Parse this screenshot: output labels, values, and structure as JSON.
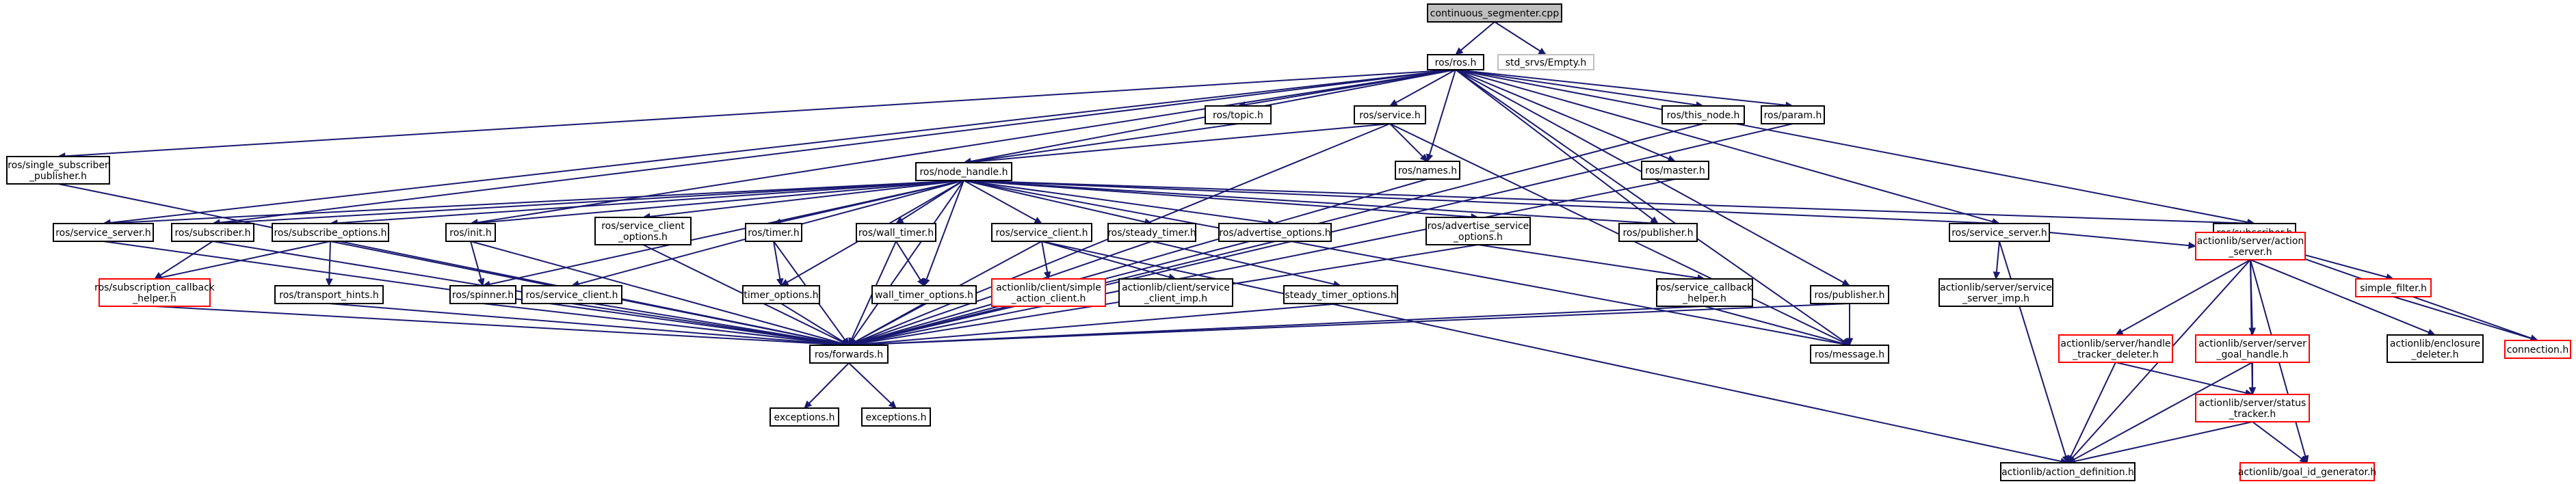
{
  "colors": {
    "edge": "#191970",
    "box_default": "#000000",
    "box_truncated": "#ff0000",
    "box_ext": "#bfbfbf",
    "fill_root": "#bfbfbf",
    "fill_default": "#ffffff"
  },
  "nodes": {
    "continuous_segmenter_cpp": {
      "lines": [
        "continuous_segmenter.cpp"
      ],
      "style": "root"
    },
    "ros_ros_h": {
      "lines": [
        "ros/ros.h"
      ],
      "style": "default"
    },
    "std_srvs_empty_h": {
      "lines": [
        "std_srvs/Empty.h"
      ],
      "style": "ext"
    },
    "ros_single_subscriber_publisher_h": {
      "lines": [
        "ros/single_subscriber",
        "_publisher.h"
      ],
      "style": "default"
    },
    "ros_topic_h": {
      "lines": [
        "ros/topic.h"
      ],
      "style": "default"
    },
    "ros_service_h": {
      "lines": [
        "ros/service.h"
      ],
      "style": "default"
    },
    "ros_this_node_h": {
      "lines": [
        "ros/this_node.h"
      ],
      "style": "default"
    },
    "ros_param_h": {
      "lines": [
        "ros/param.h"
      ],
      "style": "default"
    },
    "ros_node_handle_h": {
      "lines": [
        "ros/node_handle.h"
      ],
      "style": "default"
    },
    "ros_names_h": {
      "lines": [
        "ros/names.h"
      ],
      "style": "default"
    },
    "ros_master_h": {
      "lines": [
        "ros/master.h"
      ],
      "style": "default"
    },
    "ros_service_server_h_l": {
      "lines": [
        "ros/service_server.h"
      ],
      "style": "default"
    },
    "ros_subscriber_h_l": {
      "lines": [
        "ros/subscriber.h"
      ],
      "style": "default"
    },
    "ros_subscribe_options_h": {
      "lines": [
        "ros/subscribe_options.h"
      ],
      "style": "default"
    },
    "ros_init_h": {
      "lines": [
        "ros/init.h"
      ],
      "style": "default"
    },
    "ros_service_client_options_h": {
      "lines": [
        "ros/service_client",
        "_options.h"
      ],
      "style": "default"
    },
    "ros_timer_h": {
      "lines": [
        "ros/timer.h"
      ],
      "style": "default"
    },
    "ros_wall_timer_h": {
      "lines": [
        "ros/wall_timer.h"
      ],
      "style": "default"
    },
    "ros_service_client_h_top": {
      "lines": [
        "ros/service_client.h"
      ],
      "style": "default"
    },
    "ros_steady_timer_h": {
      "lines": [
        "ros/steady_timer.h"
      ],
      "style": "default"
    },
    "ros_advertise_options_h": {
      "lines": [
        "ros/advertise_options.h"
      ],
      "style": "default"
    },
    "ros_advertise_service_options_h": {
      "lines": [
        "ros/advertise_service",
        "_options.h"
      ],
      "style": "default"
    },
    "ros_publisher_h_top": {
      "lines": [
        "ros/publisher.h"
      ],
      "style": "default"
    },
    "ros_service_server_h_r": {
      "lines": [
        "ros/service_server.h"
      ],
      "style": "default"
    },
    "ros_subscriber_h_r": {
      "lines": [
        "ros/subscriber.h"
      ],
      "style": "default"
    },
    "ros_subscription_callback_helper_h": {
      "lines": [
        "ros/subscription_callback",
        "_helper.h"
      ],
      "style": "truncated"
    },
    "ros_transport_hints_h": {
      "lines": [
        "ros/transport_hints.h"
      ],
      "style": "default"
    },
    "ros_spinner_h": {
      "lines": [
        "ros/spinner.h"
      ],
      "style": "default"
    },
    "ros_service_client_h_mid": {
      "lines": [
        "ros/service_client.h"
      ],
      "style": "default"
    },
    "timer_options_h": {
      "lines": [
        "timer_options.h"
      ],
      "style": "default"
    },
    "wall_timer_options_h": {
      "lines": [
        "wall_timer_options.h"
      ],
      "style": "default"
    },
    "actionlib_client_simple_action_client_h": {
      "lines": [
        "actionlib/client/simple",
        "_action_client.h"
      ],
      "style": "truncated"
    },
    "actionlib_client_service_client_imp_h": {
      "lines": [
        "actionlib/client/service",
        "_client_imp.h"
      ],
      "style": "default"
    },
    "steady_timer_options_h": {
      "lines": [
        "steady_timer_options.h"
      ],
      "style": "default"
    },
    "ros_service_callback_helper_h": {
      "lines": [
        "ros/service_callback",
        "_helper.h"
      ],
      "style": "default"
    },
    "ros_publisher_h_mid": {
      "lines": [
        "ros/publisher.h"
      ],
      "style": "default"
    },
    "actionlib_server_service_server_imp_h": {
      "lines": [
        "actionlib/server/service",
        "_server_imp.h"
      ],
      "style": "default"
    },
    "actionlib_server_action_server_h": {
      "lines": [
        "actionlib/server/action",
        "_server.h"
      ],
      "style": "truncated"
    },
    "simple_filter_h": {
      "lines": [
        "simple_filter.h"
      ],
      "style": "truncated"
    },
    "connection_h": {
      "lines": [
        "connection.h"
      ],
      "style": "truncated"
    },
    "ros_forwards_h": {
      "lines": [
        "ros/forwards.h"
      ],
      "style": "default"
    },
    "ros_message_h": {
      "lines": [
        "ros/message.h"
      ],
      "style": "default"
    },
    "actionlib_server_handle_tracker_deleter_h": {
      "lines": [
        "actionlib/server/handle",
        "_tracker_deleter.h"
      ],
      "style": "truncated"
    },
    "actionlib_server_server_goal_handle_h": {
      "lines": [
        "actionlib/server/server",
        "_goal_handle.h"
      ],
      "style": "truncated"
    },
    "actionlib_enclosure_deleter_h": {
      "lines": [
        "actionlib/enclosure",
        "_deleter.h"
      ],
      "style": "default"
    },
    "actionlib_server_status_tracker_h": {
      "lines": [
        "actionlib/server/status",
        "_tracker.h"
      ],
      "style": "truncated"
    },
    "exceptions_h_1": {
      "lines": [
        "exceptions.h"
      ],
      "style": "default"
    },
    "exceptions_h_2": {
      "lines": [
        "exceptions.h"
      ],
      "style": "default"
    },
    "actionlib_action_definition_h": {
      "lines": [
        "actionlib/action_definition.h"
      ],
      "style": "default"
    },
    "actionlib_goal_id_generator_h": {
      "lines": [
        "actionlib/goal_id_generator.h"
      ],
      "style": "truncated"
    }
  },
  "edges": [
    [
      "continuous_segmenter_cpp",
      "ros_ros_h"
    ],
    [
      "continuous_segmenter_cpp",
      "std_srvs_empty_h"
    ],
    [
      "ros_ros_h",
      "ros_single_subscriber_publisher_h"
    ],
    [
      "ros_ros_h",
      "ros_topic_h"
    ],
    [
      "ros_ros_h",
      "ros_service_h"
    ],
    [
      "ros_ros_h",
      "ros_this_node_h"
    ],
    [
      "ros_ros_h",
      "ros_param_h"
    ],
    [
      "ros_ros_h",
      "ros_node_handle_h"
    ],
    [
      "ros_ros_h",
      "ros_names_h"
    ],
    [
      "ros_ros_h",
      "ros_master_h"
    ],
    [
      "ros_ros_h",
      "ros_service_server_h_l"
    ],
    [
      "ros_ros_h",
      "ros_subscriber_h_l"
    ],
    [
      "ros_ros_h",
      "ros_init_h"
    ],
    [
      "ros_ros_h",
      "ros_publisher_h_top"
    ],
    [
      "ros_ros_h",
      "ros_service_server_h_r"
    ],
    [
      "ros_ros_h",
      "ros_subscriber_h_r"
    ],
    [
      "ros_ros_h",
      "ros_publisher_h_mid"
    ],
    [
      "ros_ros_h",
      "ros_message_h"
    ],
    [
      "ros_single_subscriber_publisher_h",
      "ros_forwards_h"
    ],
    [
      "ros_topic_h",
      "ros_node_handle_h"
    ],
    [
      "ros_service_h",
      "ros_node_handle_h"
    ],
    [
      "ros_service_h",
      "ros_names_h"
    ],
    [
      "ros_service_h",
      "ros_forwards_h"
    ],
    [
      "ros_service_h",
      "ros_message_h"
    ],
    [
      "ros_this_node_h",
      "ros_forwards_h"
    ],
    [
      "ros_param_h",
      "ros_forwards_h"
    ],
    [
      "ros_master_h",
      "ros_forwards_h"
    ],
    [
      "ros_names_h",
      "ros_forwards_h"
    ],
    [
      "ros_node_handle_h",
      "ros_service_server_h_l"
    ],
    [
      "ros_node_handle_h",
      "ros_subscriber_h_l"
    ],
    [
      "ros_node_handle_h",
      "ros_subscribe_options_h"
    ],
    [
      "ros_node_handle_h",
      "ros_init_h"
    ],
    [
      "ros_node_handle_h",
      "ros_spinner_h"
    ],
    [
      "ros_node_handle_h",
      "ros_service_client_options_h"
    ],
    [
      "ros_node_handle_h",
      "ros_service_client_h_mid"
    ],
    [
      "ros_node_handle_h",
      "ros_timer_h"
    ],
    [
      "ros_node_handle_h",
      "timer_options_h"
    ],
    [
      "ros_node_handle_h",
      "ros_wall_timer_h"
    ],
    [
      "ros_node_handle_h",
      "wall_timer_options_h"
    ],
    [
      "ros_node_handle_h",
      "ros_service_client_h_top"
    ],
    [
      "ros_node_handle_h",
      "ros_steady_timer_h"
    ],
    [
      "ros_node_handle_h",
      "ros_advertise_options_h"
    ],
    [
      "ros_node_handle_h",
      "ros_advertise_service_options_h"
    ],
    [
      "ros_node_handle_h",
      "ros_publisher_h_top"
    ],
    [
      "ros_node_handle_h",
      "ros_service_server_h_r"
    ],
    [
      "ros_node_handle_h",
      "ros_subscriber_h_r"
    ],
    [
      "ros_node_handle_h",
      "ros_forwards_h"
    ],
    [
      "ros_node_handle_h",
      "ros_message_h"
    ],
    [
      "ros_service_server_h_l",
      "ros_forwards_h"
    ],
    [
      "ros_subscriber_h_l",
      "ros_subscription_callback_helper_h"
    ],
    [
      "ros_subscriber_h_l",
      "ros_forwards_h"
    ],
    [
      "ros_subscribe_options_h",
      "ros_subscription_callback_helper_h"
    ],
    [
      "ros_subscribe_options_h",
      "ros_transport_hints_h"
    ],
    [
      "ros_subscribe_options_h",
      "ros_forwards_h"
    ],
    [
      "ros_subscription_callback_helper_h",
      "ros_forwards_h"
    ],
    [
      "ros_transport_hints_h",
      "ros_forwards_h"
    ],
    [
      "ros_init_h",
      "ros_spinner_h"
    ],
    [
      "ros_init_h",
      "ros_forwards_h"
    ],
    [
      "ros_spinner_h",
      "ros_forwards_h"
    ],
    [
      "ros_service_client_options_h",
      "ros_forwards_h"
    ],
    [
      "ros_service_client_h_mid",
      "ros_forwards_h"
    ],
    [
      "ros_timer_h",
      "timer_options_h"
    ],
    [
      "ros_timer_h",
      "ros_forwards_h"
    ],
    [
      "timer_options_h",
      "ros_forwards_h"
    ],
    [
      "ros_wall_timer_h",
      "wall_timer_options_h"
    ],
    [
      "ros_wall_timer_h",
      "ros_forwards_h"
    ],
    [
      "wall_timer_options_h",
      "ros_forwards_h"
    ],
    [
      "ros_service_client_h_top",
      "actionlib_client_simple_action_client_h"
    ],
    [
      "ros_service_client_h_top",
      "actionlib_client_service_client_imp_h"
    ],
    [
      "ros_service_client_h_top",
      "ros_forwards_h"
    ],
    [
      "ros_service_client_h_top",
      "actionlib_action_definition_h"
    ],
    [
      "ros_steady_timer_h",
      "steady_timer_options_h"
    ],
    [
      "ros_steady_timer_h",
      "ros_forwards_h"
    ],
    [
      "steady_timer_options_h",
      "ros_forwards_h"
    ],
    [
      "ros_advertise_options_h",
      "ros_forwards_h"
    ],
    [
      "ros_advertise_service_options_h",
      "ros_service_callback_helper_h"
    ],
    [
      "ros_advertise_service_options_h",
      "ros_forwards_h"
    ],
    [
      "ros_service_callback_helper_h",
      "ros_forwards_h"
    ],
    [
      "ros_service_callback_helper_h",
      "ros_message_h"
    ],
    [
      "ros_publisher_h_mid",
      "ros_forwards_h"
    ],
    [
      "ros_publisher_h_mid",
      "ros_message_h"
    ],
    [
      "ros_service_server_h_r",
      "actionlib_server_service_server_imp_h"
    ],
    [
      "ros_service_server_h_r",
      "actionlib_server_action_server_h"
    ],
    [
      "ros_service_server_h_r",
      "actionlib_action_definition_h"
    ],
    [
      "ros_subscriber_h_r",
      "simple_filter_h"
    ],
    [
      "ros_subscriber_h_r",
      "connection_h"
    ],
    [
      "simple_filter_h",
      "connection_h"
    ],
    [
      "actionlib_server_action_server_h",
      "actionlib_server_handle_tracker_deleter_h"
    ],
    [
      "actionlib_server_action_server_h",
      "actionlib_server_server_goal_handle_h"
    ],
    [
      "actionlib_server_action_server_h",
      "actionlib_enclosure_deleter_h"
    ],
    [
      "actionlib_server_action_server_h",
      "actionlib_server_status_tracker_h"
    ],
    [
      "actionlib_server_action_server_h",
      "actionlib_action_definition_h"
    ],
    [
      "actionlib_server_action_server_h",
      "actionlib_goal_id_generator_h"
    ],
    [
      "actionlib_server_handle_tracker_deleter_h",
      "actionlib_server_status_tracker_h"
    ],
    [
      "actionlib_server_handle_tracker_deleter_h",
      "actionlib_action_definition_h"
    ],
    [
      "actionlib_server_server_goal_handle_h",
      "actionlib_server_status_tracker_h"
    ],
    [
      "actionlib_server_server_goal_handle_h",
      "actionlib_action_definition_h"
    ],
    [
      "actionlib_server_status_tracker_h",
      "actionlib_action_definition_h"
    ],
    [
      "actionlib_server_status_tracker_h",
      "actionlib_goal_id_generator_h"
    ],
    [
      "ros_forwards_h",
      "exceptions_h_1"
    ],
    [
      "ros_forwards_h",
      "exceptions_h_2"
    ]
  ]
}
